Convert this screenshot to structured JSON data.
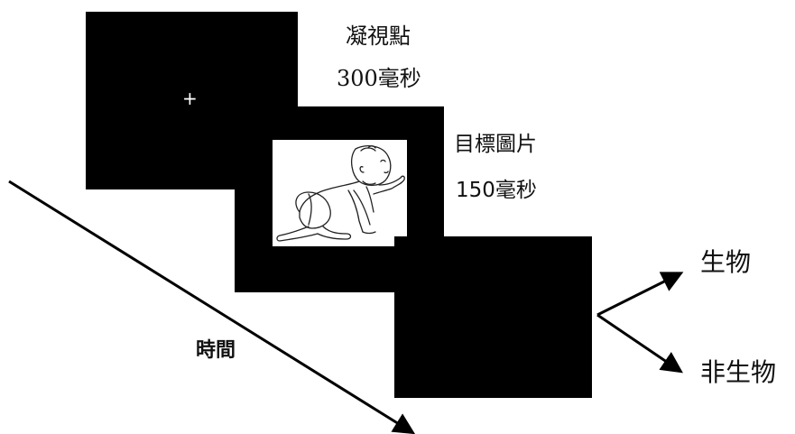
{
  "fixation": {
    "symbol": "+",
    "name": "凝視點",
    "duration": "300毫秒"
  },
  "target": {
    "name": "目標圖片",
    "duration": "150毫秒"
  },
  "time_label": "時間",
  "responses": {
    "upper": "生物",
    "lower": "非生物"
  },
  "colors": {
    "screen": "#000000",
    "background": "#ffffff",
    "image_bg": "#ffffff"
  },
  "icons": [
    "baby-crawling-illustration",
    "time-arrow",
    "response-arrow"
  ]
}
